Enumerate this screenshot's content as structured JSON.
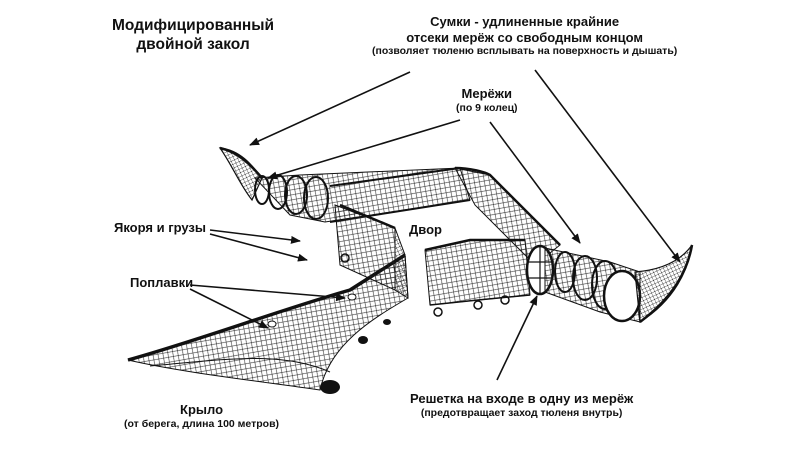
{
  "title": {
    "line1": "Модифицированный",
    "line2": "двойной закол"
  },
  "labels": {
    "bags": {
      "line1": "Сумки - удлиненные крайние",
      "line2": "отсеки мерёж со свободным концом",
      "note": "(позволяет тюленю всплывать на поверхность и дышать)"
    },
    "fyke_nets": {
      "main": "Мерёжи",
      "note": "(по 9 колец)"
    },
    "anchors": "Якоря и грузы",
    "yard": "Двор",
    "floats": "Поплавки",
    "grate": {
      "main": "Решетка на входе в одну из мерёж",
      "note": "(предотвращает заход тюленя внутрь)"
    },
    "wing": {
      "main": "Крыло",
      "note": "(от берега, длина 100 метров)"
    }
  },
  "colors": {
    "ink": "#111111",
    "background": "#ffffff"
  }
}
